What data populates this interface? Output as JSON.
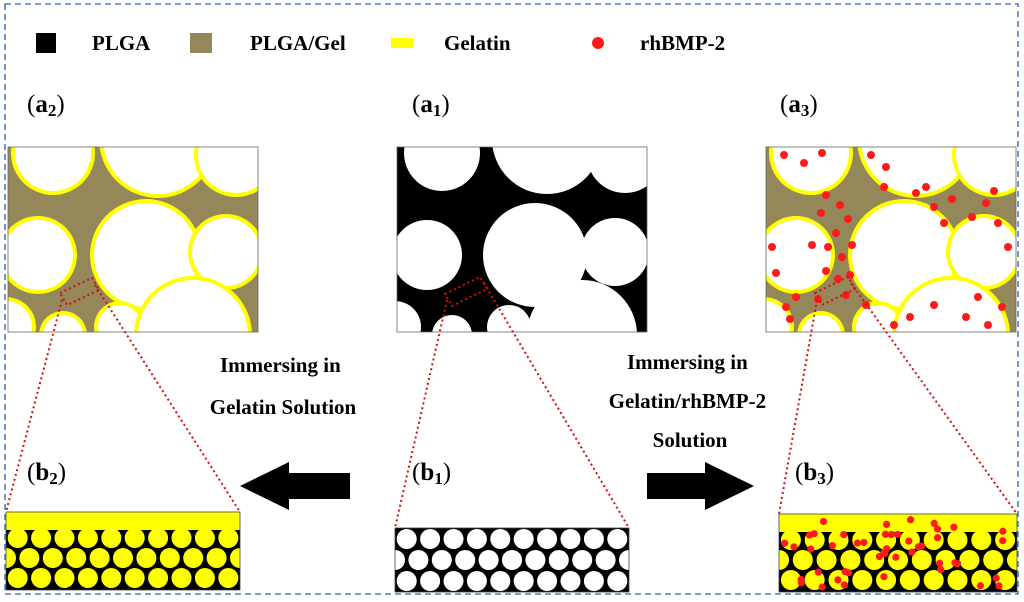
{
  "legend": [
    {
      "label": "PLGA",
      "swatch": "square",
      "color": "#000000"
    },
    {
      "label": "PLGA/Gel",
      "swatch": "square",
      "color": "#94875a"
    },
    {
      "label": "Gelatin",
      "swatch": "bar",
      "color": "#ffff00"
    },
    {
      "label": "rhBMP-2",
      "swatch": "dot",
      "color": "#ff1a1a"
    }
  ],
  "panels": {
    "a1": {
      "letter": "a",
      "sub": "1"
    },
    "a2": {
      "letter": "a",
      "sub": "2"
    },
    "a3": {
      "letter": "a",
      "sub": "3"
    },
    "b1": {
      "letter": "b",
      "sub": "1"
    },
    "b2": {
      "letter": "b",
      "sub": "2"
    },
    "b3": {
      "letter": "b",
      "sub": "3"
    }
  },
  "steps": {
    "left": {
      "lines": [
        "Immersing in",
        "Gelatin Solution"
      ],
      "direction": "left"
    },
    "right": {
      "lines": [
        "Immersing in",
        "Gelatin/rhBMP-2",
        "Solution"
      ],
      "direction": "right"
    }
  },
  "colors": {
    "plga": "#000000",
    "plga_gel": "#94875a",
    "gelatin": "#ffff00",
    "rhbmp2": "#ff1a1a",
    "frame": "#4f7fc0",
    "zoom_lines": "#d01010"
  }
}
